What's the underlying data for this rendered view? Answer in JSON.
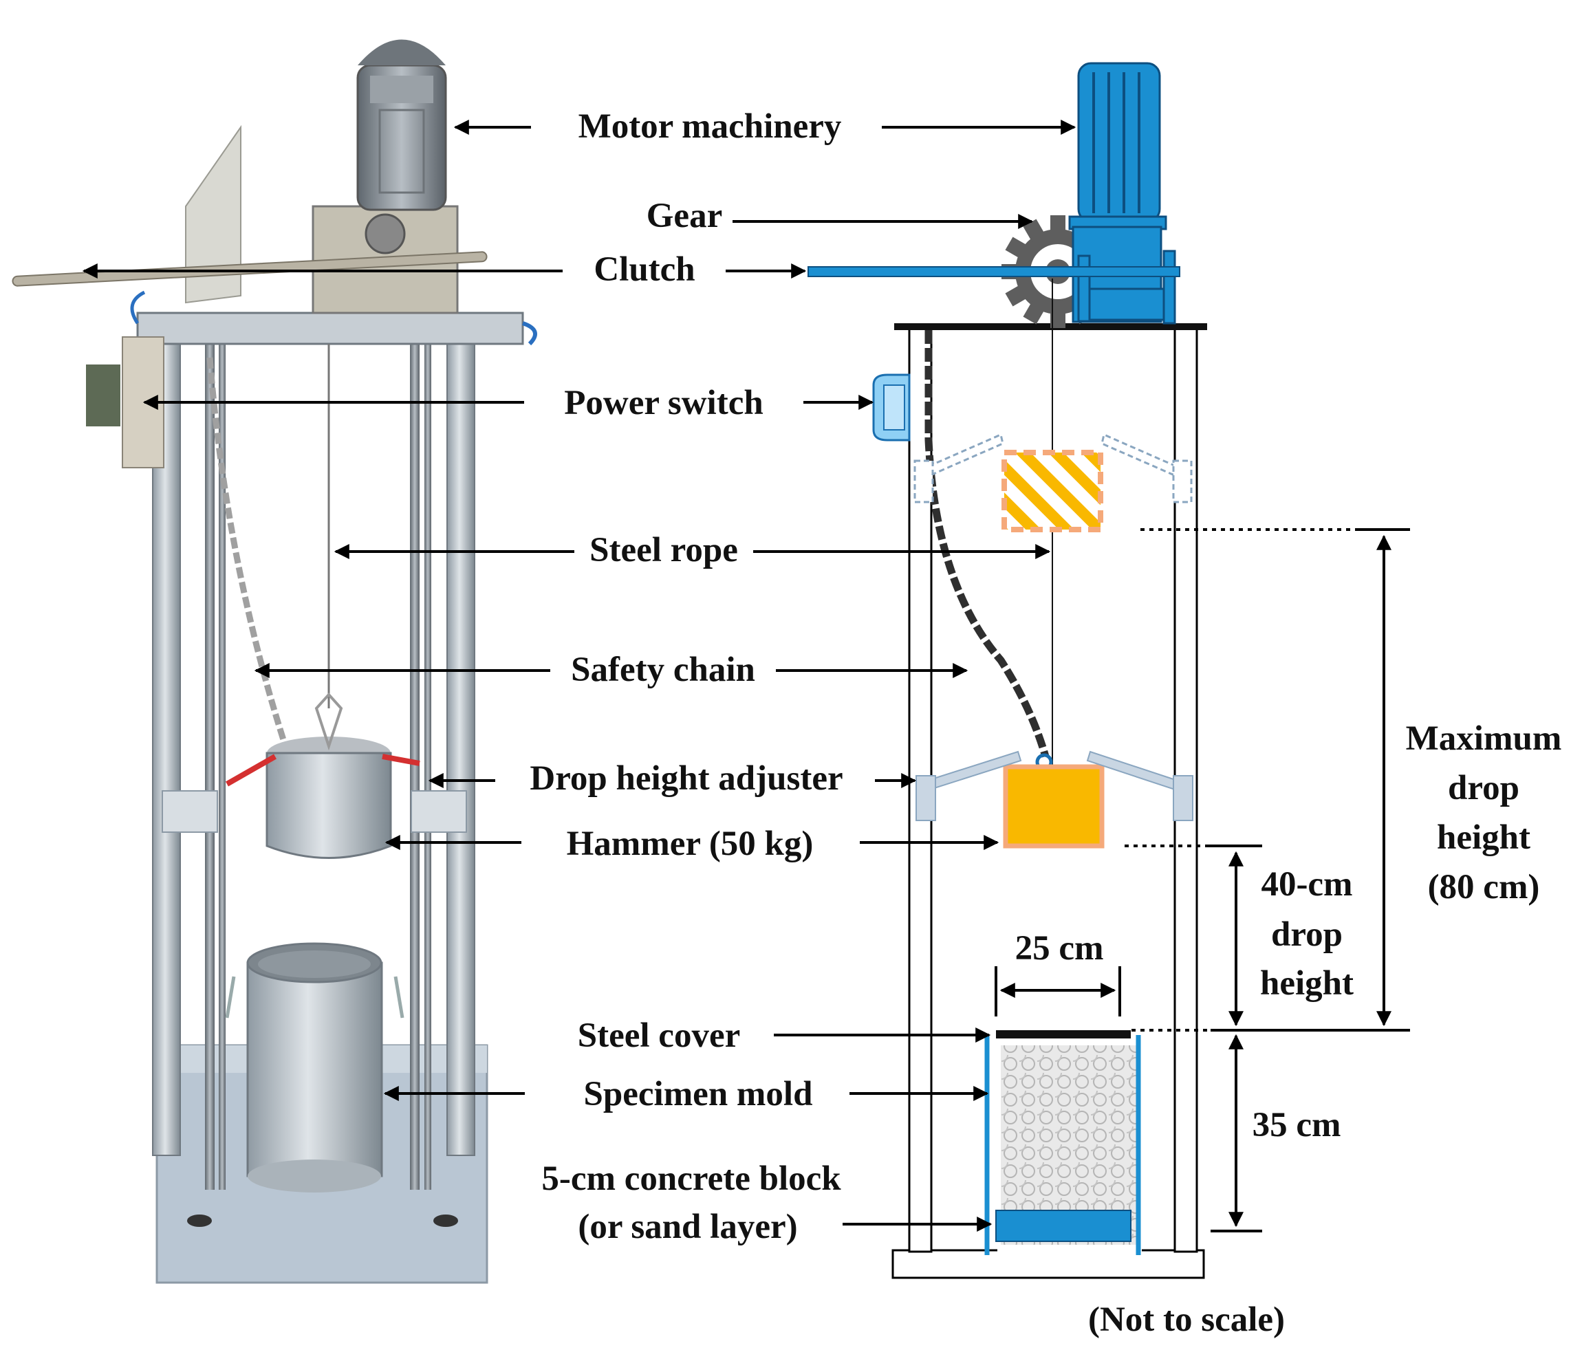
{
  "labels": {
    "motor": "Motor machinery",
    "gear": "Gear",
    "clutch": "Clutch",
    "power_switch": "Power switch",
    "steel_rope": "Steel rope",
    "safety_chain": "Safety chain",
    "drop_height_adjuster": "Drop height adjuster",
    "hammer": "Hammer (50 kg)",
    "steel_cover": "Steel cover",
    "specimen_mold": "Specimen mold",
    "concrete_block_1": "5-cm concrete block",
    "concrete_block_2": "(or sand layer)"
  },
  "dimensions": {
    "width_25": "25 cm",
    "drop40_1": "40-cm",
    "drop40_2": "drop",
    "drop40_3": "height",
    "max_1": "Maximum",
    "max_2": "drop",
    "max_3": "height",
    "max_4": "(80 cm)",
    "mold_35": "35 cm"
  },
  "note": "(Not to scale)",
  "colors": {
    "motor_blue": "#1a8fd1",
    "hammer_orange": "#f9b800",
    "hammer_border": "#f5a97a",
    "gear_gray": "#5e5e5e",
    "adjuster_gray": "#c9d6e3"
  }
}
